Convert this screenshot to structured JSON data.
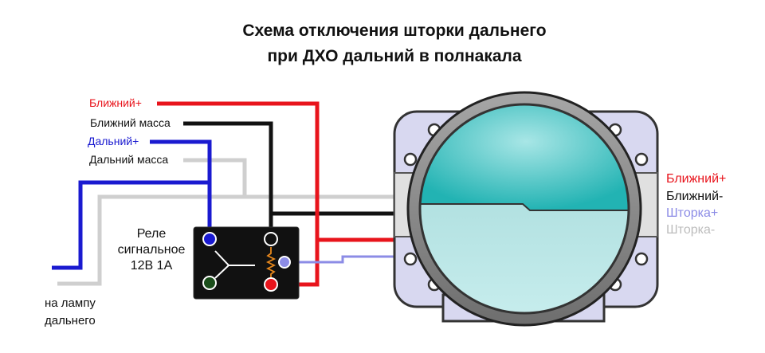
{
  "title": {
    "line1": "Схема отключения шторки дальнего",
    "line2": "при ДХО дальний в полнакала"
  },
  "wire_labels": {
    "low_plus": "Ближний+",
    "low_ground": "Ближний масса",
    "high_plus": "Дальний+",
    "high_ground": "Дальний масса"
  },
  "relay": {
    "line1": "Реле",
    "line2": "сигнальное",
    "line3": "12В 1А"
  },
  "lamp_note": {
    "line1": "на лампу",
    "line2": "дальнего"
  },
  "lens_legend": {
    "low_plus": "Ближний+",
    "low_minus": "Ближний-",
    "shutter_plus": "Шторка+",
    "shutter_minus": "Шторка-"
  },
  "colors": {
    "red": "#e8141c",
    "black": "#111111",
    "blue": "#1a1ad0",
    "gray": "#cfcfcf",
    "shutter": "#8c8ce6",
    "lens_teal": "#33bdbd",
    "housing": "#d8d8f0"
  }
}
